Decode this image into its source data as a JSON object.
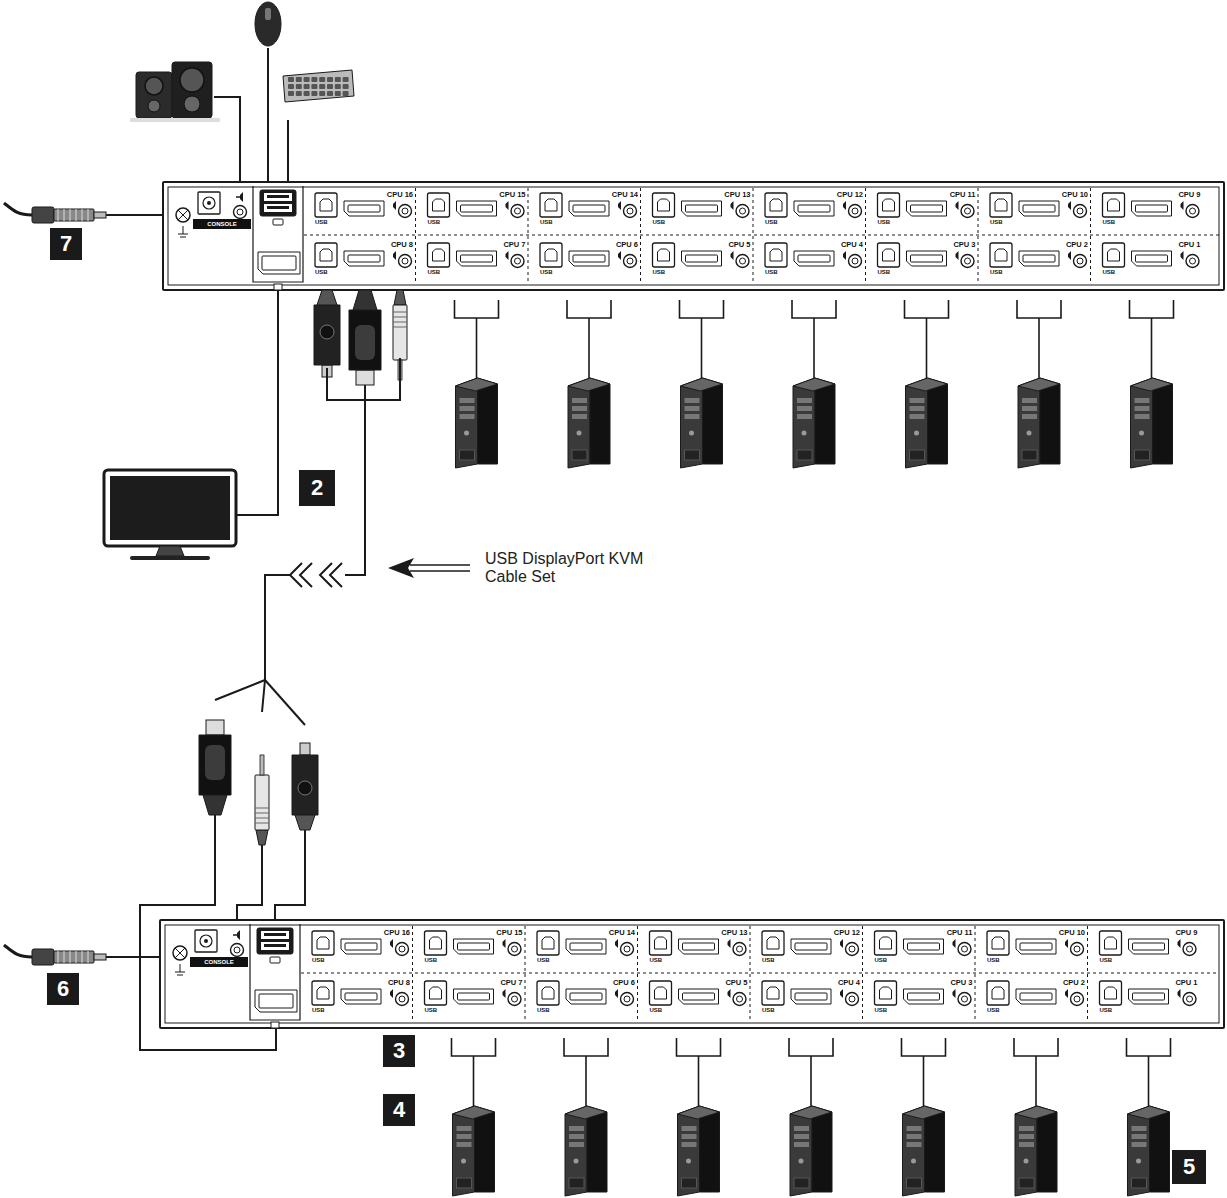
{
  "diagram": {
    "labels": [
      "7",
      "2",
      "USB DisplayPort KVM Cable Set",
      "6",
      "3",
      "4",
      "5",
      "CONSOLE",
      "CPU 16",
      "USB",
      "CPU 15",
      "USB",
      "CPU 14",
      "USB",
      "CPU 13",
      "USB",
      "CPU 12",
      "USB",
      "CPU 11",
      "USB",
      "CPU 10",
      "USB",
      "CPU 9",
      "USB",
      "CPU 8",
      "USB",
      "CPU 7",
      "USB",
      "CPU 6",
      "USB",
      "CPU 5",
      "USB",
      "CPU 4",
      "USB",
      "CPU 3",
      "USB",
      "CPU 2",
      "USB",
      "CPU 1",
      "USB",
      "CONSOLE",
      "CPU 16",
      "USB",
      "CPU 15",
      "USB",
      "CPU 14",
      "USB",
      "CPU 13",
      "USB",
      "CPU 12",
      "USB",
      "CPU 11",
      "USB",
      "CPU 10",
      "USB",
      "CPU 9",
      "USB",
      "CPU 8",
      "USB",
      "CPU 7",
      "USB",
      "CPU 6",
      "USB",
      "CPU 5",
      "USB",
      "CPU 4",
      "USB",
      "CPU 3",
      "USB",
      "CPU 2",
      "USB",
      "CPU 1",
      "USB"
    ]
  }
}
